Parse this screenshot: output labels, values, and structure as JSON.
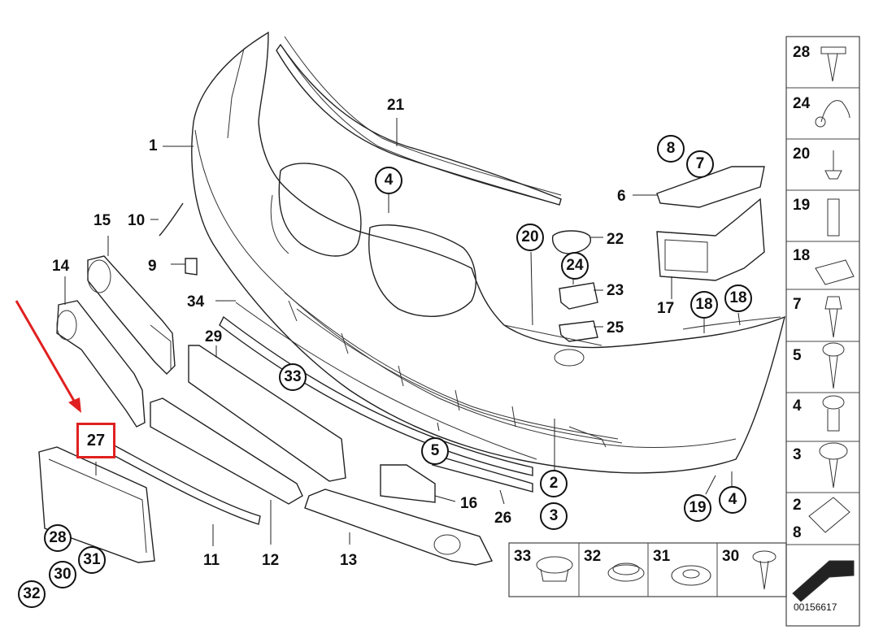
{
  "diagram": {
    "diagram_number": "00156617",
    "highlight_color": "#e02020",
    "highlighted_part": "27",
    "callouts": {
      "p1": "1",
      "p2": "2",
      "p3": "3",
      "p4a": "4",
      "p4b": "4",
      "p5": "5",
      "p6": "6",
      "p7": "7",
      "p8": "8",
      "p9": "9",
      "p10": "10",
      "p11": "11",
      "p12": "12",
      "p13": "13",
      "p14": "14",
      "p15": "15",
      "p16": "16",
      "p17": "17",
      "p18a": "18",
      "p18b": "18",
      "p19": "19",
      "p20": "20",
      "p21": "21",
      "p22": "22",
      "p23": "23",
      "p24": "24",
      "p25": "25",
      "p26": "26",
      "p27": "27",
      "p28": "28",
      "p29": "29",
      "p30": "30",
      "p31": "31",
      "p32": "32",
      "p33": "33",
      "p34": "34"
    },
    "side_panel": [
      "28",
      "24",
      "20",
      "19",
      "18",
      "7",
      "5",
      "4",
      "3",
      "2",
      "8"
    ],
    "bottom_panel": [
      "33",
      "32",
      "31",
      "30"
    ]
  }
}
